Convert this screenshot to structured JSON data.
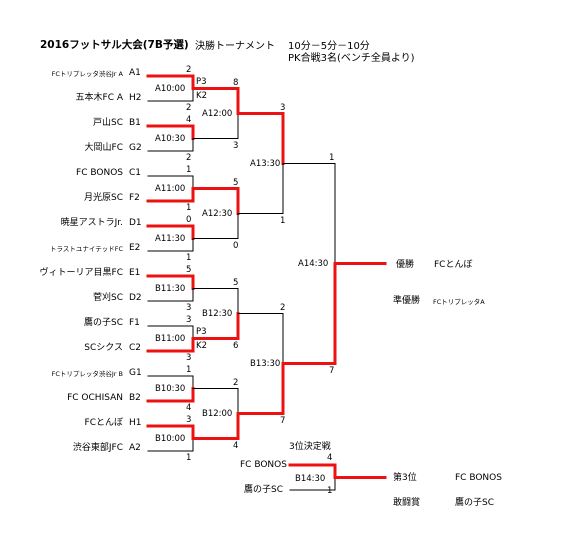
{
  "header": {
    "title": "2016フットサル大会(7B予選)",
    "stage": "決勝トーナメント",
    "format_line1": "10分－5分－10分",
    "format_line2": "PK合戦3名(ベンチ全員より)"
  },
  "teams": [
    {
      "name": "FCトリプレッタ渋谷Jr A",
      "code": "A1",
      "small": true
    },
    {
      "name": "五本木FC A",
      "code": "H2",
      "small": false
    },
    {
      "name": "戸山SC",
      "code": "B1",
      "small": false
    },
    {
      "name": "大岡山FC",
      "code": "G2",
      "small": false
    },
    {
      "name": "FC BONOS",
      "code": "C1",
      "small": false
    },
    {
      "name": "月光原SC",
      "code": "F2",
      "small": false
    },
    {
      "name": "暁星アストラJr.",
      "code": "D1",
      "small": false
    },
    {
      "name": "トラストユナイテッドFC",
      "code": "E2",
      "small": true
    },
    {
      "name": "ヴィトーリア目黒FC",
      "code": "E1",
      "small": false
    },
    {
      "name": "菅刈SC",
      "code": "D2",
      "small": false
    },
    {
      "name": "鷹の子SC",
      "code": "F1",
      "small": false
    },
    {
      "name": "SCシクス",
      "code": "C2",
      "small": false
    },
    {
      "name": "FCトリプレッタ渋谷Jr B",
      "code": "G1",
      "small": true
    },
    {
      "name": "FC OCHISAN",
      "code": "B2",
      "small": false
    },
    {
      "name": "FCとんぼ",
      "code": "H1",
      "small": false
    },
    {
      "name": "渋谷東部JFC",
      "code": "A2",
      "small": false
    }
  ],
  "round1": [
    {
      "time": "A10:00",
      "top": "2",
      "bottom": "2",
      "note_top": "P3",
      "note_bottom": "K2"
    },
    {
      "time": "A10:30",
      "top": "4",
      "bottom": "2",
      "note_top": "",
      "note_bottom": ""
    },
    {
      "time": "A11:00",
      "top": "1",
      "bottom": "1",
      "note_top": "",
      "note_bottom": ""
    },
    {
      "time": "A11:30",
      "top": "0",
      "bottom": "1",
      "note_top": "",
      "note_bottom": ""
    },
    {
      "time": "B11:30",
      "top": "5",
      "bottom": "3",
      "note_top": "",
      "note_bottom": ""
    },
    {
      "time": "B11:00",
      "top": "3",
      "bottom": "3",
      "note_top": "P3",
      "note_bottom": "K2"
    },
    {
      "time": "B10:30",
      "top": "1",
      "bottom": "4",
      "note_top": "",
      "note_bottom": ""
    },
    {
      "time": "B10:00",
      "top": "3",
      "bottom": "1",
      "note_top": "",
      "note_bottom": ""
    }
  ],
  "round2": [
    {
      "time": "A12:00",
      "top": "8",
      "bottom": "3"
    },
    {
      "time": "A12:30",
      "top": "5",
      "bottom": "0"
    },
    {
      "time": "B12:30",
      "top": "5",
      "bottom": "6"
    },
    {
      "time": "B12:00",
      "top": "2",
      "bottom": "4"
    }
  ],
  "round3": [
    {
      "time": "A13:30",
      "top": "3",
      "bottom": "1"
    },
    {
      "time": "B13:30",
      "top": "2",
      "bottom": "7"
    }
  ],
  "final": {
    "time": "A14:30",
    "top": "1",
    "bottom": "7"
  },
  "results": {
    "winner_label": "優勝",
    "winner": "FCとんぼ",
    "runner_label": "準優勝",
    "runner": "FCトリプレッタA",
    "third_label": "第3位",
    "third": "FC BONOS",
    "fourth_label": "敢闘賞",
    "fourth": "鷹の子SC"
  },
  "third_place": {
    "heading": "3位決定戦",
    "time": "B14:30",
    "team_top": "FC BONOS",
    "team_bottom": "鷹の子SC",
    "score_top": "4",
    "score_bottom": "1"
  },
  "colors": {
    "winner_line": "#ee1111",
    "line": "#000000"
  }
}
